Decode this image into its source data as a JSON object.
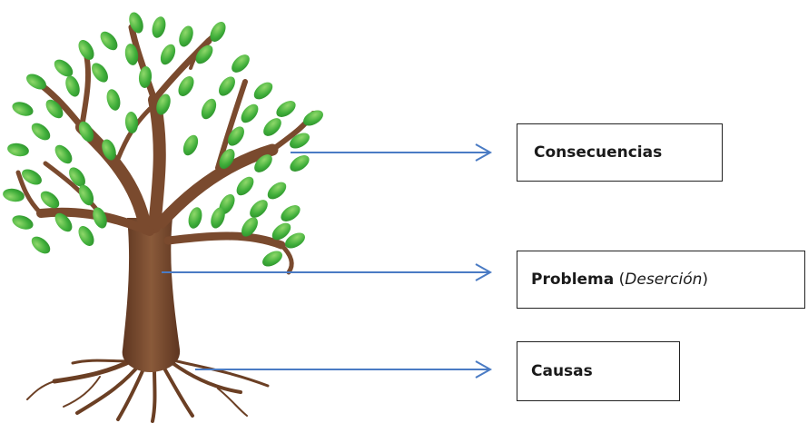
{
  "labels": {
    "consecuencias": "Consecuencias",
    "problema_bold": "Problema",
    "problema_open": " (",
    "problema_italic": "Deserción",
    "problema_close": ")",
    "causas": "Causas"
  },
  "colors": {
    "trunk": "#7a4a2e",
    "trunk_dark": "#5d3520",
    "leaf": "#3fae3a",
    "leaf_light": "#7ccf5b",
    "arrow": "#4a7bc4"
  }
}
